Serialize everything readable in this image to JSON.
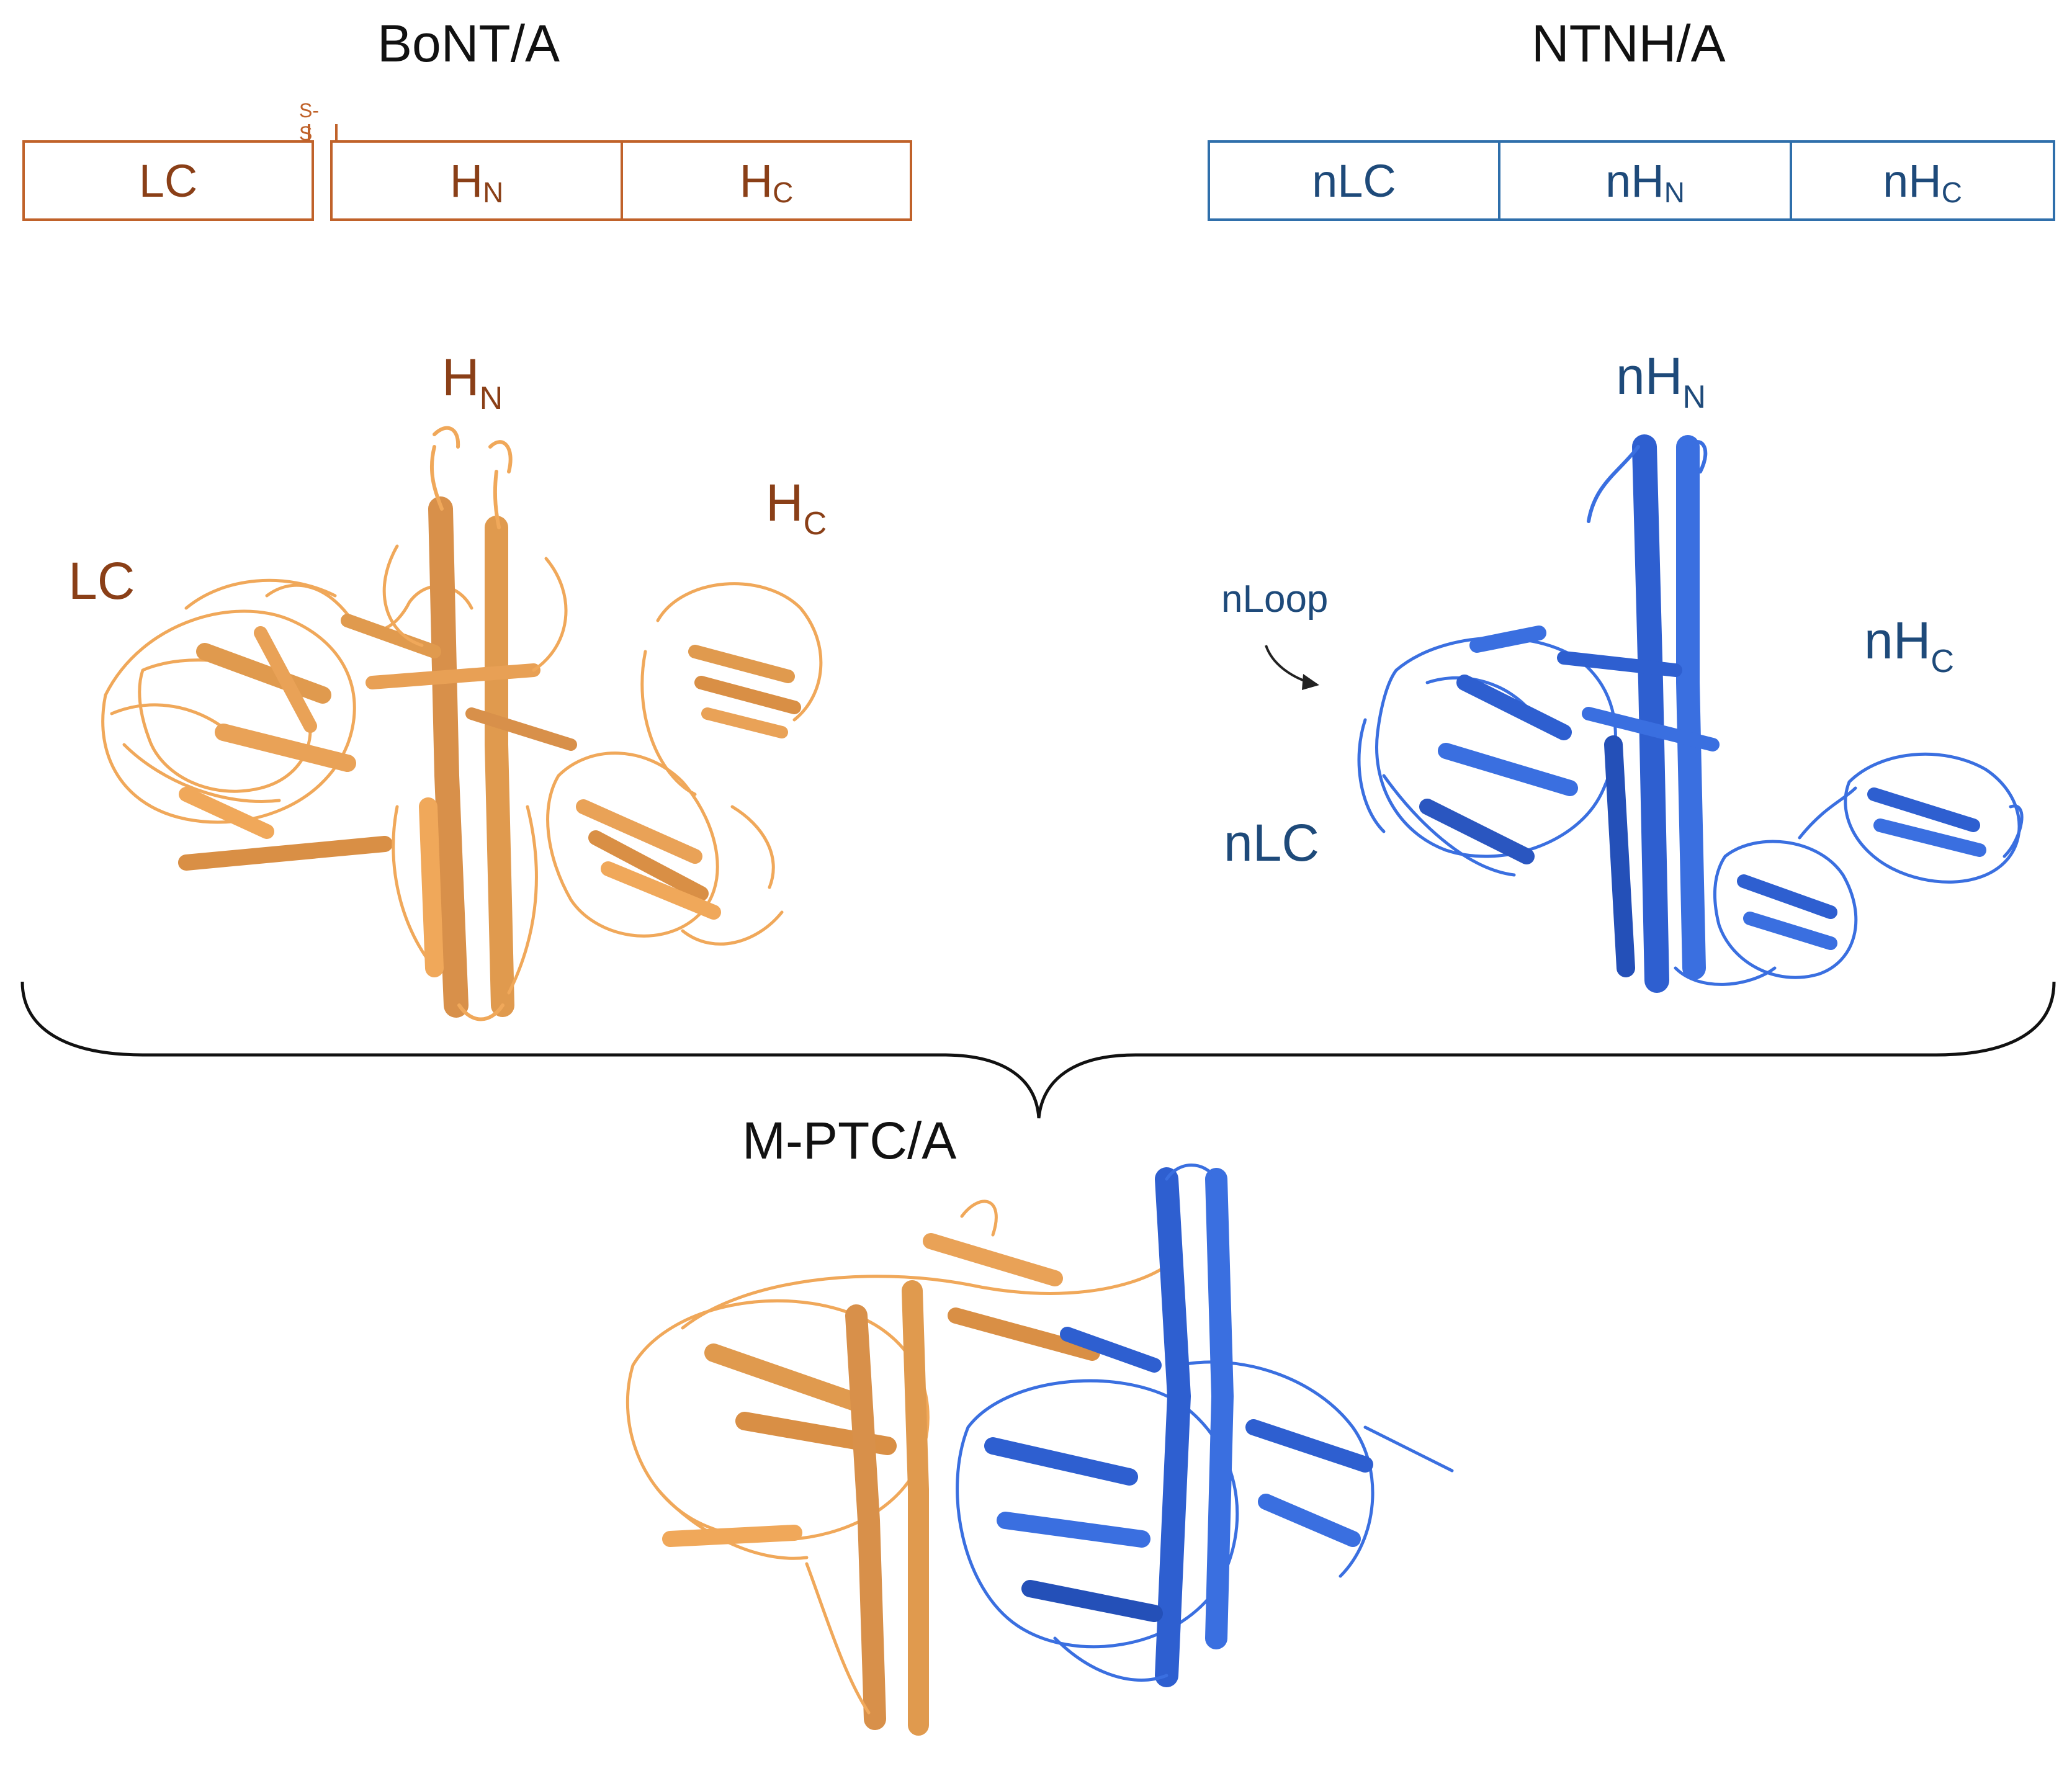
{
  "bont": {
    "title": "BoNT/A",
    "disulfide": "S-S",
    "domains": [
      {
        "main": "LC",
        "sub": ""
      },
      {
        "main": "H",
        "sub": "N"
      },
      {
        "main": "H",
        "sub": "C"
      }
    ],
    "structure_labels": {
      "lc": {
        "main": "LC",
        "sub": ""
      },
      "hn": {
        "main": "H",
        "sub": "N"
      },
      "hc": {
        "main": "H",
        "sub": "C"
      }
    }
  },
  "ntnh": {
    "title": "NTNH/A",
    "domains": [
      {
        "main": "nLC",
        "sub": ""
      },
      {
        "main": "nH",
        "sub": "N"
      },
      {
        "main": "nH",
        "sub": "C"
      }
    ],
    "structure_labels": {
      "nloop": "nLoop",
      "nlc": {
        "main": "nLC",
        "sub": ""
      },
      "nhn": {
        "main": "nH",
        "sub": "N"
      },
      "nhc": {
        "main": "nH",
        "sub": "C"
      }
    }
  },
  "complex": {
    "title": "M-PTC/A"
  },
  "colors": {
    "bont_structure": "#f0a85a",
    "bont_text": "#8a3f17",
    "bont_box": "#c0622a",
    "ntnh_structure": "#3a6fe0",
    "ntnh_text": "#1e4a7a",
    "ntnh_box": "#2f6fab"
  }
}
